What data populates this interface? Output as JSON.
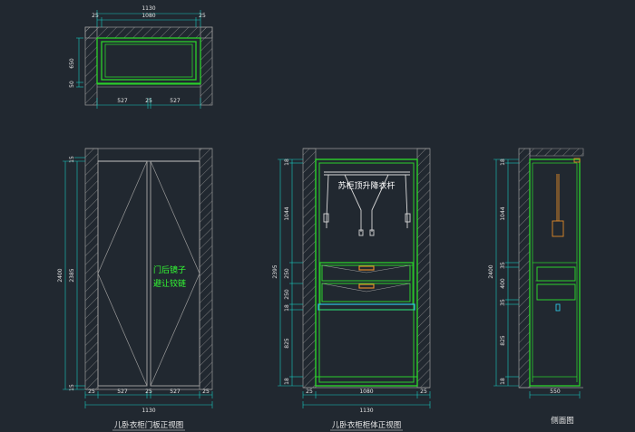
{
  "colors": {
    "background": "#212830",
    "wall": "#9a9a9a",
    "cabinet": "#2bd12b",
    "dimension": "#18c9c0",
    "text": "#e6e6e6",
    "note": "#33ff33",
    "handle": "#e0892a",
    "glass": "#2fc4e0"
  },
  "plan": {
    "width_total": "1130",
    "width_inner": "1080",
    "side_left": "25",
    "side_right": "25",
    "depth": "650",
    "depth_small": "50",
    "door_left": "527",
    "door_gap": "25",
    "door_right": "527"
  },
  "door_elevation": {
    "title": "儿卧衣柜门板正视图",
    "note_line1": "门后镜子",
    "note_line2": "避让铰链",
    "height_total": "2400",
    "height_door": "2385",
    "height_top": "15",
    "height_bottom": "15",
    "bottom_left": "25",
    "bottom_door_left": "527",
    "bottom_gap": "25",
    "bottom_door_right": "527",
    "bottom_right": "25",
    "width_total": "1130"
  },
  "body_elevation": {
    "title": "儿卧衣柜柜体正视图",
    "note": "苏柜顶升降衣杆",
    "height_total": "2395",
    "seg_top": "18",
    "seg_hanging": "1044",
    "seg_drawer1": "250",
    "seg_drawer2": "250",
    "seg_gap": "18",
    "seg_bottom": "825",
    "seg_base": "18",
    "bottom_left": "25",
    "bottom_inner": "1080",
    "bottom_right": "25",
    "width_total": "1130"
  },
  "side_section": {
    "title": "侧面图",
    "height_total": "2400",
    "seg_top": "18",
    "seg_upper": "1044",
    "seg_mid1": "35",
    "seg_mid2": "400",
    "seg_mid3": "35",
    "seg_lower": "825",
    "seg_base": "18",
    "depth": "550"
  }
}
